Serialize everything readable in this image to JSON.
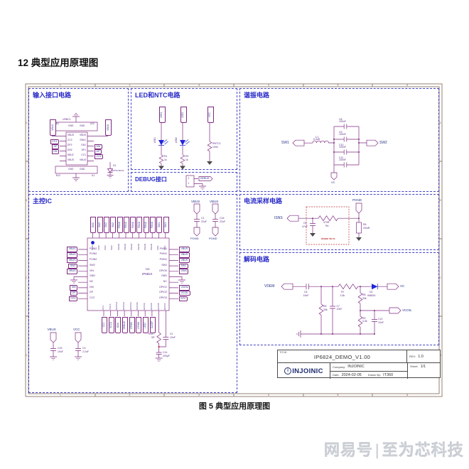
{
  "page": {
    "heading": "12 典型应用原理图",
    "caption": "图 5  典型应用原理图",
    "watermark_a": "网易号",
    "watermark_sep": "|",
    "watermark_b": "至为芯科技"
  },
  "colors": {
    "accent_blue": "#2a2ac8",
    "wire_purple": "#7e2a80",
    "net_navy": "#243087",
    "alert_red": "#c03030",
    "part_blue": "#2126d8"
  },
  "frame": {
    "cols": [
      "1",
      "2",
      "3",
      "4",
      "5",
      "6"
    ],
    "rows": [
      "A",
      "B",
      "C",
      "D"
    ]
  },
  "input": {
    "title": "输入接口电路",
    "conn": "USBC1",
    "top_left_pin": "B1",
    "top_right_pin": "A12",
    "bot_left_pin": "B12",
    "bot_right_pin": "A1",
    "gnd": "GND",
    "left_net": "VBUS",
    "right_net": "VBUS",
    "left_pins": [
      "VBUS",
      "CC2",
      "DP2",
      "DN2",
      "SBU2",
      "VBUS"
    ],
    "right_pins": [
      "VBUS",
      "SBU1",
      "DN1",
      "DP1",
      "CC1",
      "VBUS"
    ],
    "left_flags": [
      "CC1",
      "DP",
      "DN"
    ],
    "right_flags": [
      "DM",
      "DP",
      "CC2"
    ],
    "d1_ref": "D1",
    "d1_val": "BZT52-B14S"
  },
  "ledntc": {
    "title": "LED和NTC电路",
    "nets": [
      "LED1",
      "LED2",
      "NTC"
    ],
    "led1_ref": "LED1",
    "led2_ref": "LED2",
    "r1_ref": "R1",
    "r1_val": "1k",
    "r2_ref": "R2",
    "r2_val": "1k",
    "rntc_ref": "RNTC1",
    "rntc_val": "100k"
  },
  "debug": {
    "title": "DEBUG接口",
    "pin2": "2",
    "pin1": "1",
    "net": "DEBUG"
  },
  "resonant": {
    "title": "谐振电路",
    "sw1": "SW1",
    "sw2": "SW2",
    "vc": "VC",
    "l_ref": "L1",
    "l_val": "6.3uH",
    "caps": [
      {
        "ref": "C8",
        "val": "100nF"
      },
      {
        "ref": "C9",
        "val": "100nF"
      },
      {
        "ref": "C10",
        "val": "100nF"
      },
      {
        "ref": "C11",
        "val": "100nF"
      }
    ]
  },
  "mainic": {
    "title": "主控IC",
    "ref": "U1",
    "part": "IP6824",
    "left_pins": [
      "PVIN2",
      "PVIN2",
      "PVIN2",
      "SW2",
      "VIN",
      "GND",
      "NC",
      "DM",
      "DP",
      "CC2"
    ],
    "left_flags": [
      "VBUS",
      "VBUS",
      "VBUS",
      "SW2",
      "VBUS",
      "",
      "",
      "DM",
      "DP",
      "CC2"
    ],
    "right_pins": [
      "PVIN1",
      "PVIN1",
      "PVIN1",
      "SW1",
      "GPIO0",
      "GND",
      "NC",
      "GPIO1",
      "GPIO2",
      "GPIO3"
    ],
    "right_flags": [
      "VBUS",
      "VBUS",
      "VBUS",
      "SW1",
      "ISNS",
      "",
      "",
      "VDEM",
      "VCOIL",
      "NTC"
    ],
    "top_pins": [
      "GND",
      "SW2",
      "SW2",
      "SW2",
      "PGND",
      "PGND",
      "PGND",
      "PGND",
      "PGND",
      "PGND",
      "SW1",
      "SW1"
    ],
    "top_flags": [
      "GND",
      "SW2",
      "SW2",
      "SW2",
      "PGND",
      "PGND",
      "PGND",
      "PGND",
      "PGND",
      "PGND",
      "SW1",
      "SW1"
    ],
    "bottom_pins": [
      "CC1",
      "VCCA",
      "GPIO13",
      "GPIO12",
      "GPIO11",
      "GPIO10",
      "GPIO9",
      "GPIO8",
      "GPIO5",
      "GPIO4"
    ],
    "bottom_flags": [
      "CC1",
      "VCCA",
      "IO1K",
      "DEBUG",
      "GPIO9",
      "GPIO8",
      "LED2",
      "SLEEP"
    ],
    "vbus1": "VBUS",
    "c1_ref": "C1",
    "c1_val": "22uF",
    "pgnd1": "PGND",
    "vbus2": "VBUS",
    "c16_ref": "C16",
    "c16_val": "22uF",
    "pgnd2": "PGND",
    "vbus3": "VBUS",
    "c15_ref": "C15",
    "c15_val": "10uF",
    "vcc": "VCC",
    "c3_ref": "C3",
    "c3_val": "2.2uF",
    "r13_ref": "R13",
    "r13_val": "0R",
    "c2_ref": "C2",
    "c2_val": "10nF",
    "c14_ref": "C14",
    "c14_val": "200pF"
  },
  "isense": {
    "title": "电流采样电路",
    "isns": "ISNS",
    "pgnd": "PGND",
    "r4_ref": "R4",
    "r4_val": "470R",
    "c5_ref": "C5",
    "c5_val": "47nF",
    "r6_ref": "R6",
    "r6_val": "20mR",
    "note": "close to ic"
  },
  "decode": {
    "title": "解码电路",
    "vdem": "VDEM",
    "vc": "VC",
    "vcoil": "VCOIL",
    "c6_ref": "C6",
    "c6_val": "10nF",
    "r5_ref": "R5",
    "r5_val": "33k",
    "c7_ref": "C7",
    "c7_val": "10nF",
    "r7_ref": "R7",
    "r7_val": "3.3k",
    "r8_ref": "R8",
    "r8_val": "33k",
    "r9_ref": "R9",
    "r9_val": "3.3k",
    "c12_ref": "C12",
    "c12_val": "10nF",
    "d2_ref": "D2",
    "d2_val": "IN5819"
  },
  "titleblock": {
    "title_label": "TITLE:",
    "title": "IP6824_DEMO_V1.00",
    "rev_label": "REV:",
    "rev": "1.0",
    "logo": "INJOINIC",
    "logo_i": "i",
    "company_label": "Company:",
    "company": "INJOINIC",
    "date_label": "Date:",
    "date": "2024-02-05",
    "drawn_label": "Drawn By:",
    "drawn": "IT360",
    "sheet_label": "Sheet:",
    "sheet": "1/1"
  }
}
